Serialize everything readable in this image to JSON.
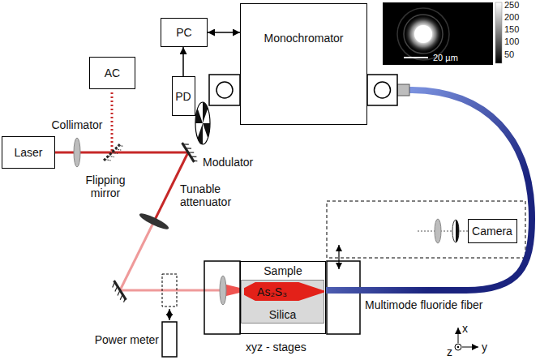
{
  "diagram": {
    "nodes": [
      {
        "text": [
          "Laser"
        ]
      },
      {
        "text": [
          "AC"
        ]
      },
      {
        "text": [
          "PC"
        ]
      },
      {
        "text": [
          "Monochromator"
        ]
      },
      {
        "text": [
          "PD"
        ]
      },
      {
        "text": [
          "Camera"
        ]
      },
      {
        "text": [
          "Sample"
        ]
      },
      {
        "text": [
          "Silica"
        ],
        "in": 6
      },
      {
        "text": [
          "As₂S₃"
        ],
        "in": 7
      }
    ],
    "edges": [
      {
        "from": 2,
        "to": 3,
        "arrow": "both"
      },
      {
        "from": 4,
        "to": 2,
        "arrow": "to"
      }
    ],
    "labels": [
      "Collimator",
      "Flipping mirror",
      "Tunable attenuator",
      "Modulator",
      "Multimode fluoride fiber",
      "xyz - stages",
      "Power meter",
      "x",
      "z",
      "y",
      "250",
      "200",
      "150",
      "100",
      "50",
      "20 µm"
    ]
  }
}
